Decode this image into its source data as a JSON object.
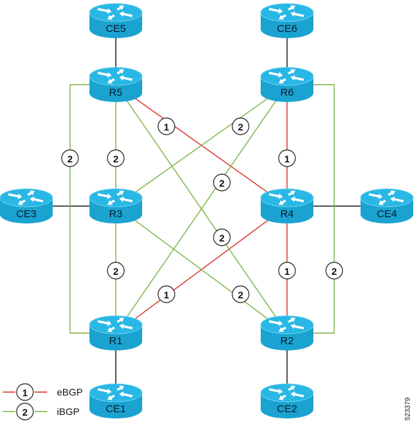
{
  "colors": {
    "ebgp": "#d9342b",
    "ibgp": "#7ab648",
    "access": "#222222",
    "router_top": "#29b8e5",
    "router_side": "#1aa3d1",
    "router_arrow": "#ffffff"
  },
  "routers": [
    {
      "id": "CE5",
      "label": "CE5"
    },
    {
      "id": "R5",
      "label": "R5"
    },
    {
      "id": "CE6",
      "label": "CE6"
    },
    {
      "id": "R6",
      "label": "R6"
    },
    {
      "id": "CE3",
      "label": "CE3"
    },
    {
      "id": "R3",
      "label": "R3"
    },
    {
      "id": "R4",
      "label": "R4"
    },
    {
      "id": "CE4",
      "label": "CE4"
    },
    {
      "id": "R1",
      "label": "R1"
    },
    {
      "id": "R2",
      "label": "R2"
    },
    {
      "id": "CE1",
      "label": "CE1"
    },
    {
      "id": "CE2",
      "label": "CE2"
    }
  ],
  "links": [
    {
      "from": "CE5",
      "to": "R5",
      "type": "access"
    },
    {
      "from": "CE6",
      "to": "R6",
      "type": "access"
    },
    {
      "from": "CE3",
      "to": "R3",
      "type": "access"
    },
    {
      "from": "R4",
      "to": "CE4",
      "type": "access"
    },
    {
      "from": "R1",
      "to": "CE1",
      "type": "access"
    },
    {
      "from": "R2",
      "to": "CE2",
      "type": "access"
    },
    {
      "from": "R5",
      "to": "R4",
      "type": "ebgp",
      "badge": "1"
    },
    {
      "from": "R6",
      "to": "R4",
      "type": "ebgp",
      "badge": "1"
    },
    {
      "from": "R4",
      "to": "R1",
      "type": "ebgp",
      "badge": "1"
    },
    {
      "from": "R4",
      "to": "R2",
      "type": "ebgp",
      "badge": "1"
    },
    {
      "from": "R5",
      "to": "R1",
      "type": "ibgp",
      "badge": "2",
      "route": "left-bracket"
    },
    {
      "from": "R5",
      "to": "R3",
      "type": "ibgp",
      "badge": "2"
    },
    {
      "from": "R5",
      "to": "R2",
      "type": "ibgp",
      "badge": "2"
    },
    {
      "from": "R6",
      "to": "R3",
      "type": "ibgp",
      "badge": "2"
    },
    {
      "from": "R6",
      "to": "R1",
      "type": "ibgp",
      "badge": "2"
    },
    {
      "from": "R6",
      "to": "R2",
      "type": "ibgp",
      "badge": "2",
      "route": "right-bracket"
    },
    {
      "from": "R3",
      "to": "R1",
      "type": "ibgp",
      "badge": "2"
    },
    {
      "from": "R3",
      "to": "R2",
      "type": "ibgp",
      "badge": "2"
    }
  ],
  "legend": [
    {
      "badge": "1",
      "type": "ebgp",
      "label": "eBGP"
    },
    {
      "badge": "2",
      "type": "ibgp",
      "label": "iBGP"
    }
  ],
  "figure_id": "523379"
}
